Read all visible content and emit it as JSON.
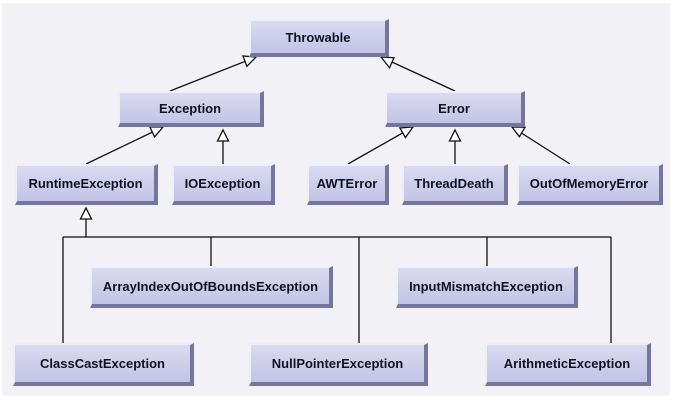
{
  "diagram": {
    "nodes": {
      "throwable": "Throwable",
      "exception": "Exception",
      "error": "Error",
      "runtime_exception": "RuntimeException",
      "io_exception": "IOException",
      "awt_error": "AWTError",
      "thread_death": "ThreadDeath",
      "out_of_memory_error": "OutOfMemoryError",
      "array_index_out_of_bounds_exception": "ArrayIndexOutOfBoundsException",
      "input_mismatch_exception": "InputMismatchException",
      "class_cast_exception": "ClassCastException",
      "null_pointer_exception": "NullPointerException",
      "arithmetic_exception": "ArithmeticException"
    },
    "edges": [
      {
        "from": "exception",
        "to": "throwable"
      },
      {
        "from": "error",
        "to": "throwable"
      },
      {
        "from": "runtime_exception",
        "to": "exception"
      },
      {
        "from": "io_exception",
        "to": "exception"
      },
      {
        "from": "awt_error",
        "to": "error"
      },
      {
        "from": "thread_death",
        "to": "error"
      },
      {
        "from": "out_of_memory_error",
        "to": "error"
      },
      {
        "from": "array_index_out_of_bounds_exception",
        "to": "runtime_exception"
      },
      {
        "from": "input_mismatch_exception",
        "to": "runtime_exception"
      },
      {
        "from": "class_cast_exception",
        "to": "runtime_exception"
      },
      {
        "from": "null_pointer_exception",
        "to": "runtime_exception"
      },
      {
        "from": "arithmetic_exception",
        "to": "runtime_exception"
      }
    ]
  }
}
